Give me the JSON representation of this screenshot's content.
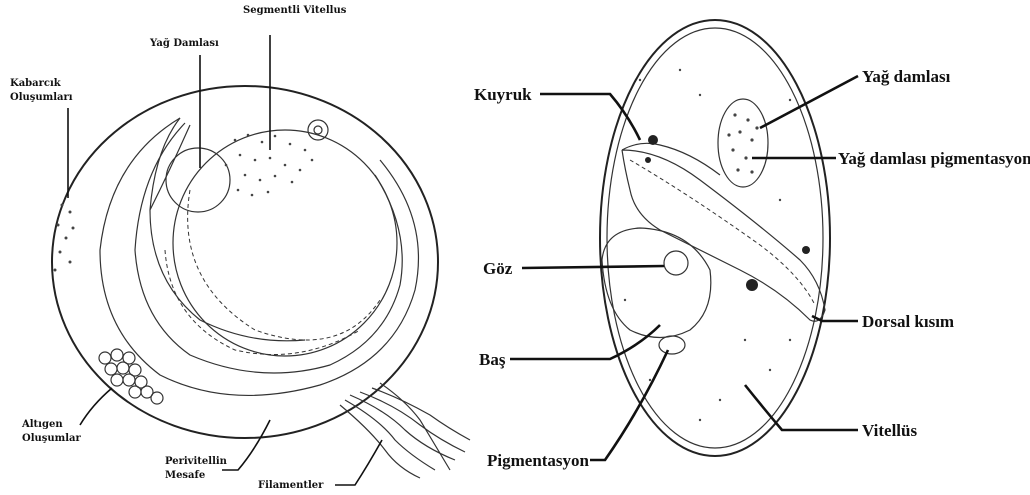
{
  "left_figure": {
    "labels": {
      "segmentli_vitellus": "Segmentli Vitellus",
      "yag_damlasi": "Yağ Damlası",
      "kabarcik_line1": "Kabarcık",
      "kabarcik_line2": "Oluşumları",
      "altigen_line1": "Altıgen",
      "altigen_line2": "Oluşumlar",
      "perivitellin_line1": "Perivitellin",
      "perivitellin_line2": "Mesafe",
      "filamentler": "Filamentler"
    }
  },
  "right_figure": {
    "labels": {
      "kuyruk": "Kuyruk",
      "yag_damlasi": "Yağ damlası",
      "yag_damlasi_pigmentasyonu": "Yağ damlası pigmentasyonu",
      "goz": "Göz",
      "bas": "Baş",
      "dorsal_kisim": "Dorsal kısım",
      "vitellus": "Vitellüs",
      "pigmentasyon": "Pigmentasyon"
    }
  }
}
